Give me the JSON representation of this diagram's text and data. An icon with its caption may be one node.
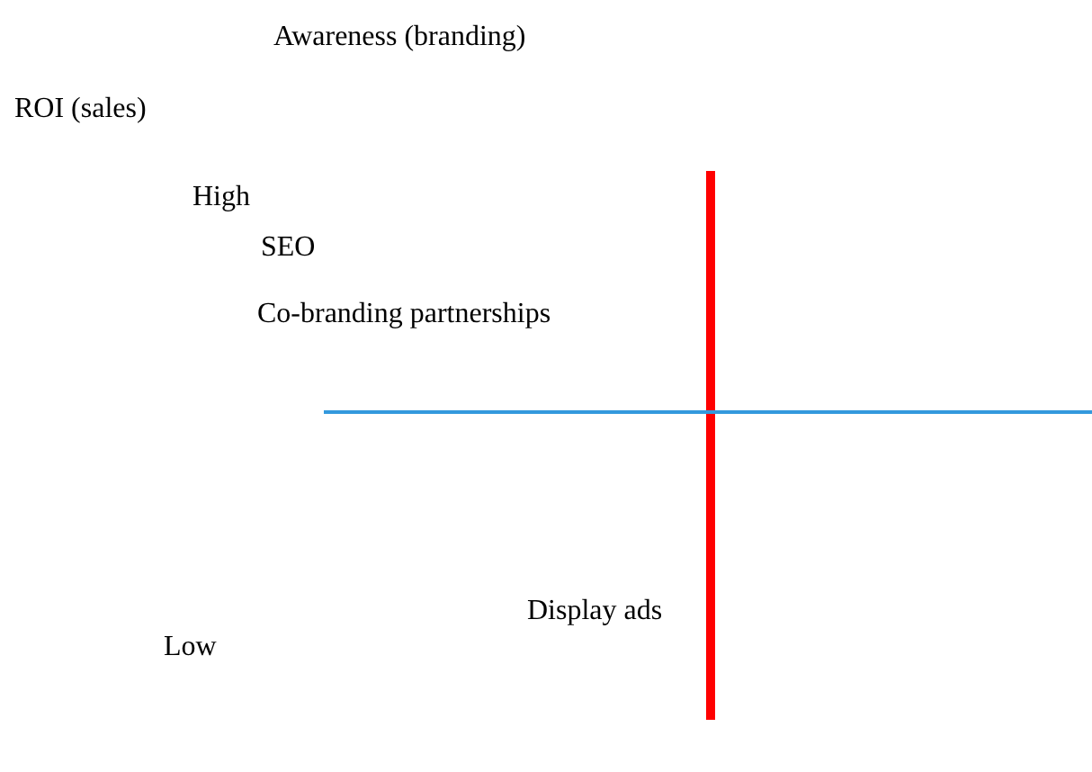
{
  "diagram": {
    "labels": [
      "Awareness (branding)",
      "ROI (sales)",
      "High",
      "SEO",
      "Co-branding partnerships",
      "Display ads",
      "Low"
    ]
  }
}
